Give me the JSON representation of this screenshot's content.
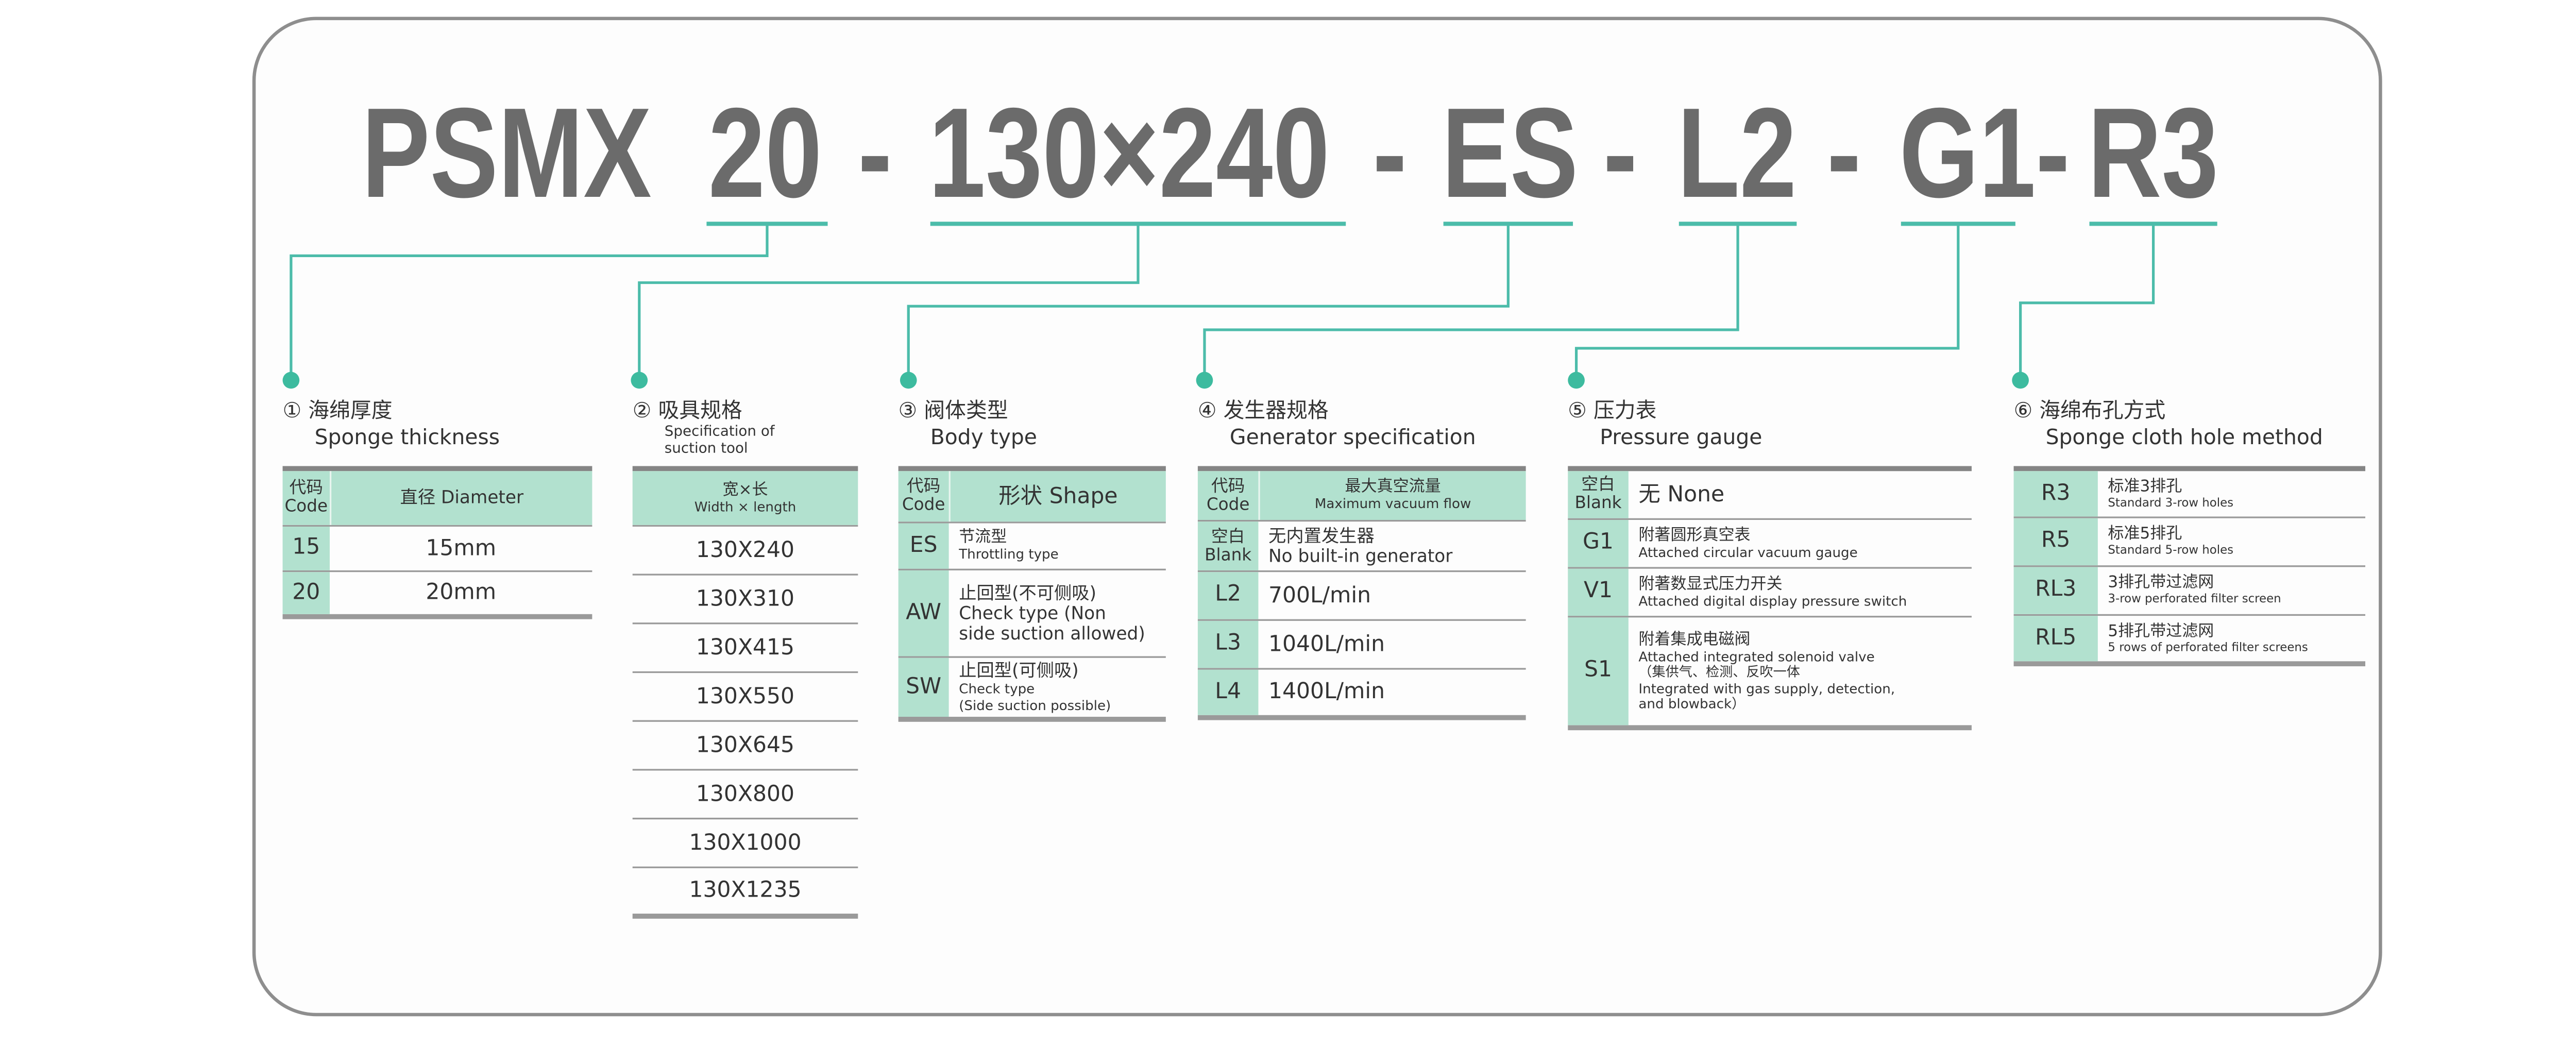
{
  "title": {
    "segments": [
      "PSMX",
      "20",
      "-",
      "130×240",
      "-",
      "ES",
      "-",
      "L2",
      "-",
      "G1-",
      "R3"
    ]
  },
  "colors": {
    "accent": "#4cbcaa",
    "cell": "#b2e1cf",
    "title": "#6b6b6b"
  },
  "sections": [
    {
      "num": "①",
      "zh": "海绵厚度",
      "en": "Sponge thickness",
      "header": {
        "code": [
          "代码",
          "Code"
        ],
        "lines": [
          {
            "t": "直径 Diameter",
            "k": "en"
          }
        ]
      },
      "rows": [
        {
          "code": "15",
          "lines": [
            {
              "t": "15mm",
              "k": "big"
            }
          ]
        },
        {
          "code": "20",
          "lines": [
            {
              "t": "20mm",
              "k": "big"
            }
          ]
        }
      ]
    },
    {
      "num": "②",
      "zh": "吸具规格",
      "en": "Specification of suction tool",
      "header": {
        "lines": [
          {
            "t": "宽×长",
            "k": "zh"
          },
          {
            "t": "Width × length",
            "k": "sm"
          }
        ]
      },
      "rows": [
        {
          "lines": [
            {
              "t": "130X240",
              "k": "big"
            }
          ]
        },
        {
          "lines": [
            {
              "t": "130X310",
              "k": "big"
            }
          ]
        },
        {
          "lines": [
            {
              "t": "130X415",
              "k": "big"
            }
          ]
        },
        {
          "lines": [
            {
              "t": "130X550",
              "k": "big"
            }
          ]
        },
        {
          "lines": [
            {
              "t": "130X645",
              "k": "big"
            }
          ]
        },
        {
          "lines": [
            {
              "t": "130X800",
              "k": "big"
            }
          ]
        },
        {
          "lines": [
            {
              "t": "130X1000",
              "k": "big"
            }
          ]
        },
        {
          "lines": [
            {
              "t": "130X1235",
              "k": "big"
            }
          ]
        }
      ]
    },
    {
      "num": "③",
      "zh": "阀体类型",
      "en": "Body type",
      "header": {
        "code": [
          "代码",
          "Code"
        ],
        "lines": [
          {
            "t": "形状 Shape",
            "k": "big"
          }
        ]
      },
      "rows": [
        {
          "code": "ES",
          "lines": [
            {
              "t": "节流型",
              "k": "zh"
            },
            {
              "t": "Throttling type",
              "k": "sm"
            }
          ]
        },
        {
          "code": "AW",
          "lines": [
            {
              "t": "止回型(不可侧吸)",
              "k": "en"
            },
            {
              "t": "Check type (Non",
              "k": "en"
            },
            {
              "t": "side suction allowed)",
              "k": "en"
            }
          ]
        },
        {
          "code": "SW",
          "lines": [
            {
              "t": "止回型(可侧吸)",
              "k": "en"
            },
            {
              "t": "Check type",
              "k": "sm"
            },
            {
              "t": "(Side suction possible)",
              "k": "sm"
            }
          ]
        }
      ]
    },
    {
      "num": "④",
      "zh": "发生器规格",
      "en": "Generator specification",
      "header": {
        "code": [
          "代码",
          "Code"
        ],
        "lines": [
          {
            "t": "最大真空流量",
            "k": "zh"
          },
          {
            "t": "Maximum vacuum flow",
            "k": "sm"
          }
        ]
      },
      "rows": [
        {
          "code": [
            "空白",
            "Blank"
          ],
          "lines": [
            {
              "t": "无内置发生器",
              "k": "en"
            },
            {
              "t": "No built-in generator",
              "k": "en"
            }
          ]
        },
        {
          "code": "L2",
          "lines": [
            {
              "t": "700L/min",
              "k": "big"
            }
          ]
        },
        {
          "code": "L3",
          "lines": [
            {
              "t": "1040L/min",
              "k": "big"
            }
          ]
        },
        {
          "code": "L4",
          "lines": [
            {
              "t": "1400L/min",
              "k": "big"
            }
          ]
        }
      ]
    },
    {
      "num": "⑤",
      "zh": "压力表",
      "en": "Pressure gauge",
      "rows": [
        {
          "code": [
            "空白",
            "Blank"
          ],
          "lines": [
            {
              "t": "无 None",
              "k": "big"
            }
          ]
        },
        {
          "code": "G1",
          "lines": [
            {
              "t": "附著圆形真空表",
              "k": "zh"
            },
            {
              "t": "Attached circular vacuum gauge",
              "k": "sm"
            }
          ]
        },
        {
          "code": "V1",
          "lines": [
            {
              "t": "附著数显式压力开关",
              "k": "zh"
            },
            {
              "t": "Attached digital display pressure switch",
              "k": "sm"
            }
          ]
        },
        {
          "code": "S1",
          "lines": [
            {
              "t": "附着集成电磁阀",
              "k": "zh"
            },
            {
              "t": "Attached integrated solenoid valve",
              "k": "sm"
            },
            {
              "t": "（集供气、检测、反吹一体",
              "k": "sm"
            },
            {
              "t": "Integrated with gas supply, detection,",
              "k": "sm"
            },
            {
              "t": "and blowback）",
              "k": "sm"
            }
          ]
        }
      ]
    },
    {
      "num": "⑥",
      "zh": "海绵布孔方式",
      "en": "Sponge cloth hole method",
      "rows": [
        {
          "code": "R3",
          "lines": [
            {
              "t": "标准3排孔",
              "k": "zh"
            },
            {
              "t": "Standard 3-row holes",
              "k": "xs"
            }
          ]
        },
        {
          "code": "R5",
          "lines": [
            {
              "t": "标准5排孔",
              "k": "zh"
            },
            {
              "t": "Standard 5-row holes",
              "k": "xs"
            }
          ]
        },
        {
          "code": "RL3",
          "lines": [
            {
              "t": "3排孔带过滤网",
              "k": "zh"
            },
            {
              "t": "3-row perforated filter screen",
              "k": "xs"
            }
          ]
        },
        {
          "code": "RL5",
          "lines": [
            {
              "t": "5排孔带过滤网",
              "k": "zh"
            },
            {
              "t": "5 rows of perforated filter screens",
              "k": "xs"
            }
          ]
        }
      ]
    }
  ]
}
